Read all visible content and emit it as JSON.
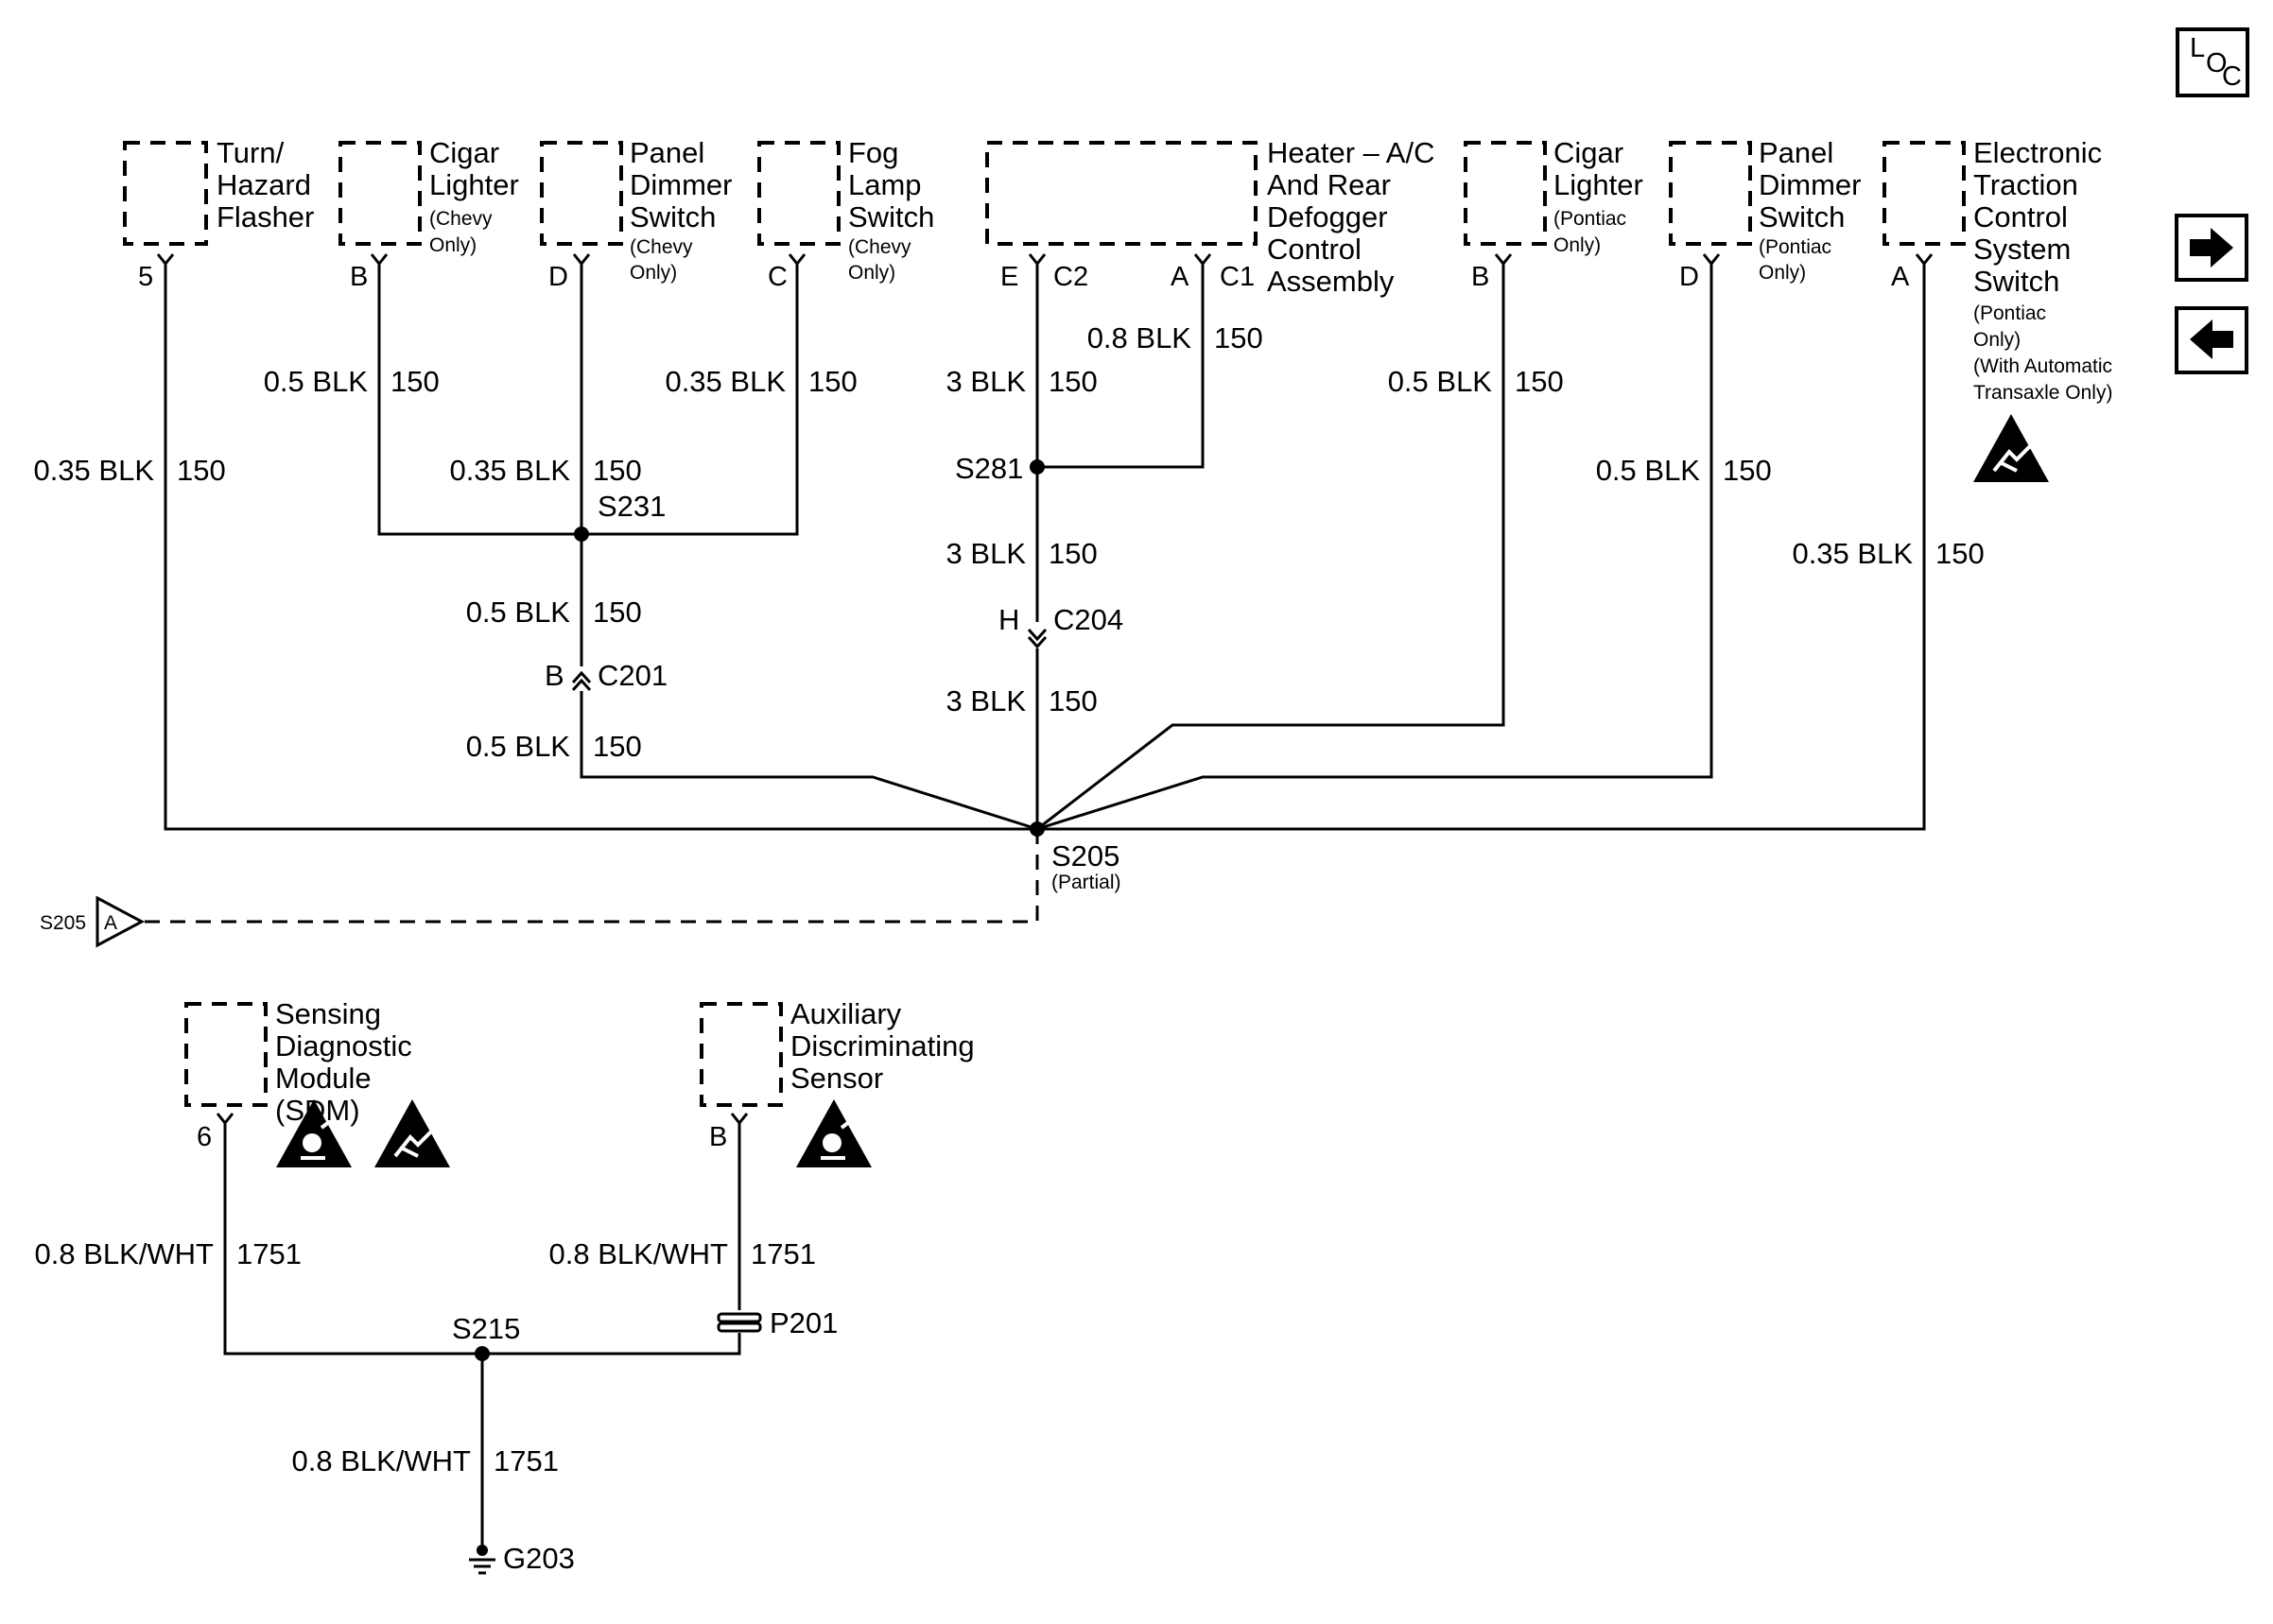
{
  "nav": {
    "loc": [
      "L",
      "O",
      "C"
    ],
    "next_icon": "arrow-right-icon",
    "prev_icon": "arrow-left-icon"
  },
  "components": [
    {
      "id": "turn-hazard-flasher",
      "label": [
        "Turn/",
        "Hazard",
        "Flasher"
      ],
      "pin": "5"
    },
    {
      "id": "cigar-lighter-chevy",
      "label": [
        "Cigar",
        "Lighter"
      ],
      "note": [
        "(Chevy",
        "Only)"
      ],
      "pin": "B"
    },
    {
      "id": "panel-dimmer-chevy",
      "label": [
        "Panel",
        "Dimmer",
        "Switch"
      ],
      "note": [
        "(Chevy",
        "Only)"
      ],
      "pin": "D"
    },
    {
      "id": "fog-lamp-switch",
      "label": [
        "Fog",
        "Lamp",
        "Switch"
      ],
      "note": [
        "(Chevy",
        "Only)"
      ],
      "pin": "C"
    },
    {
      "id": "heater-ac-control",
      "label": [
        "Heater – A/C",
        "And Rear",
        "Defogger",
        "Control",
        "Assembly"
      ],
      "pins": [
        "E",
        "C2",
        "A",
        "C1"
      ]
    },
    {
      "id": "cigar-lighter-pontiac",
      "label": [
        "Cigar",
        "Lighter"
      ],
      "note": [
        "(Pontiac",
        "Only)"
      ],
      "pin": "B"
    },
    {
      "id": "panel-dimmer-pontiac",
      "label": [
        "Panel",
        "Dimmer",
        "Switch"
      ],
      "note": [
        "(Pontiac",
        "Only)"
      ],
      "pin": "D"
    },
    {
      "id": "etcs-switch",
      "label": [
        "Electronic",
        "Traction",
        "Control",
        "System",
        "Switch"
      ],
      "note": [
        "(Pontiac",
        "Only)",
        "(With Automatic",
        "Transaxle Only)"
      ],
      "pin": "A"
    },
    {
      "id": "sdm",
      "label": [
        "Sensing",
        "Diagnostic",
        "Module",
        "(SDM)"
      ],
      "pin": "6"
    },
    {
      "id": "auxiliary-sensor",
      "label": [
        "Auxiliary",
        "Discriminating",
        "Sensor"
      ],
      "pin": "B"
    }
  ],
  "wires": {
    "w_5": [
      "0.35 BLK",
      "150"
    ],
    "w_cigar_b": [
      "0.5 BLK",
      "150"
    ],
    "w_dimmer_d": [
      "0.35 BLK",
      "150"
    ],
    "w_fog_c": [
      "0.35 BLK",
      "150"
    ],
    "w_s231_c201": [
      "0.5 BLK",
      "150"
    ],
    "w_c201_s205": [
      "0.5 BLK",
      "150"
    ],
    "w_heater_a": [
      "0.8 BLK",
      "150"
    ],
    "w_heater_e": [
      "3 BLK",
      "150"
    ],
    "w_s281_c204": [
      "3 BLK",
      "150"
    ],
    "w_c204_s205": [
      "3 BLK",
      "150"
    ],
    "w_cigar_pontiac": [
      "0.5 BLK",
      "150"
    ],
    "w_dimmer_pontiac": [
      "0.5 BLK",
      "150"
    ],
    "w_etcs": [
      "0.35 BLK",
      "150"
    ],
    "w_sdm": [
      "0.8 BLK/WHT",
      "1751"
    ],
    "w_aux": [
      "0.8 BLK/WHT",
      "1751"
    ],
    "w_ground": [
      "0.8 BLK/WHT",
      "1751"
    ]
  },
  "splices": {
    "s231": "S231",
    "s281": "S281",
    "s205": "S205",
    "s205_note": "(Partial)",
    "s215": "S215"
  },
  "connectors": {
    "c201": {
      "pin": "B",
      "name": "C201"
    },
    "c204": {
      "pin": "H",
      "name": "C204"
    },
    "p201": "P201"
  },
  "ground": "G203",
  "offpage": {
    "ref": "S205",
    "letter": "A"
  },
  "warning_icons": [
    "esd-warning-icon",
    "airbag-warning-icon"
  ]
}
